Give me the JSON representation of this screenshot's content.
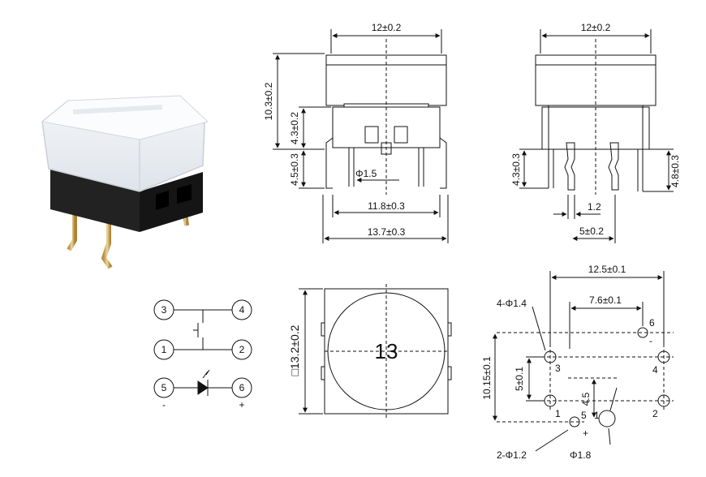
{
  "top_front": {
    "width": "12±0.2",
    "height_total": "10.3±0.2",
    "cap_height": "4.3±0.2",
    "pin_length": "4.5±0.3",
    "pin_dia": "Φ1.5",
    "inner_width": "11.8±0.3",
    "outer_width": "13.7±0.3"
  },
  "top_side": {
    "width": "12±0.2",
    "left_pin": "4.3±0.3",
    "right_pin": "4.8±0.3",
    "pitch_small": "1.2",
    "pitch": "5±0.2"
  },
  "top_view": {
    "size": "□13.2±0.2",
    "center": "13"
  },
  "schematic": {
    "pins": [
      "3",
      "4",
      "1",
      "2",
      "5",
      "6"
    ],
    "minus": "-",
    "plus": "+"
  },
  "pcb": {
    "width": "12.5±0.1",
    "inner": "7.6±0.1",
    "holes_big": "4-Φ1.4",
    "height": "10.15±0.1",
    "pitch_v": "5±0.1",
    "led_offset": "4.5",
    "holes_small": "2-Φ1.2",
    "hole_led": "Φ1.8",
    "pin_labels": [
      "6",
      "3",
      "4",
      "1",
      "2",
      "5",
      "1"
    ],
    "plus": "+",
    "minus": "-"
  }
}
